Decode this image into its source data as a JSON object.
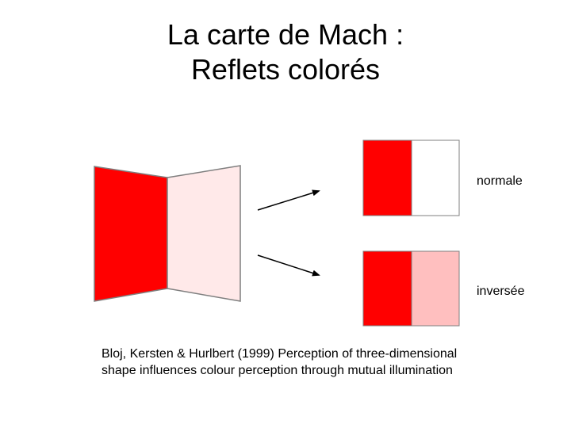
{
  "title": {
    "line1": "La carte de Mach :",
    "line2": "Reflets colorés"
  },
  "labels": {
    "normal": "normale",
    "inverted": "inversée"
  },
  "citation": "Bloj, Kersten & Hurlbert (1999) Perception of three-dimensional shape influences colour perception through mutual illumination",
  "colors": {
    "red": "#ff0000",
    "pale_pink": "#ffe9e9",
    "white": "#ffffff",
    "pink": "#ffbfbf",
    "stroke": "#7f7f7f"
  }
}
